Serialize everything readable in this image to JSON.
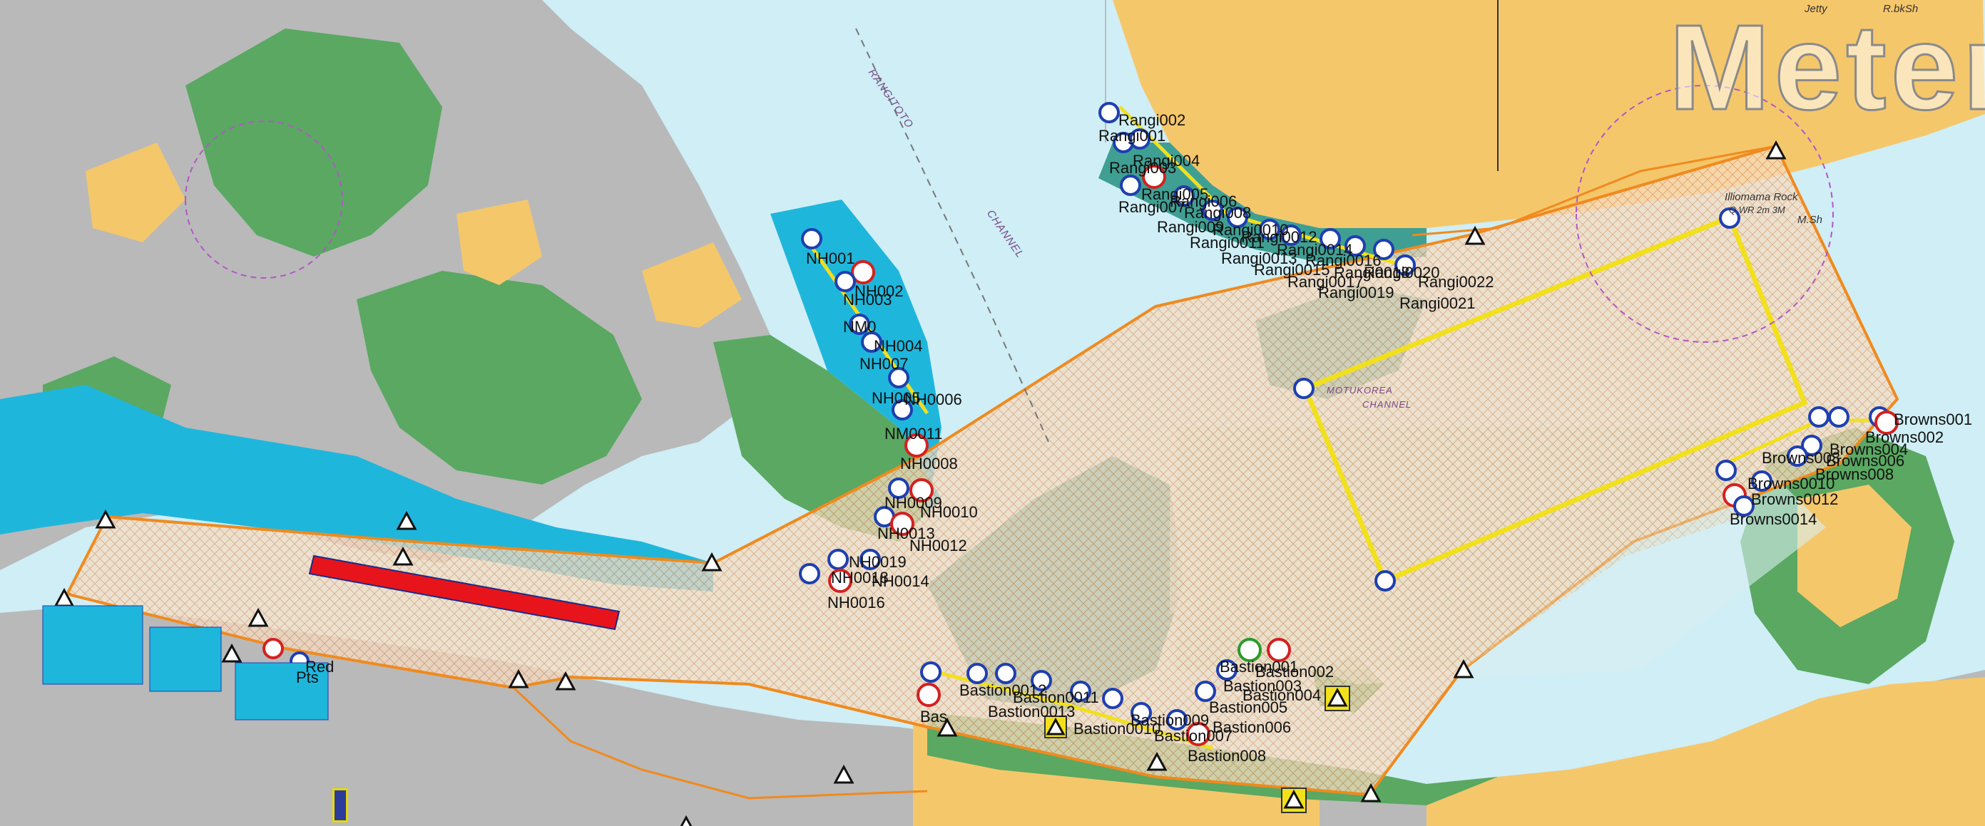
{
  "watermark": "Meter",
  "chart_labels": {
    "channel_rangitoto": "RANGITOTO",
    "channel_rangitoto2": "CHANNEL",
    "motukorea_channel": "CHANNEL",
    "motukorea": "MOTUKOREA",
    "illiomama_rock": "Illiomama Rock",
    "light_char": "Q WR 2m 3M",
    "jetty": "Jetty",
    "rbksh": "R.bkSh",
    "msh": "M.Sh"
  },
  "mooring_labels": [
    {
      "id": "rangi002",
      "text": "Rangi002"
    },
    {
      "id": "rangi001",
      "text": "Rangi001"
    },
    {
      "id": "rangi004",
      "text": "Rangi004"
    },
    {
      "id": "rangi003",
      "text": "Rangi003"
    },
    {
      "id": "rangi005",
      "text": "Rangi005"
    },
    {
      "id": "rangi006",
      "text": "Rangi006"
    },
    {
      "id": "rangi007",
      "text": "Rangi007"
    },
    {
      "id": "rangi008",
      "text": "Rangi008"
    },
    {
      "id": "rangi009",
      "text": "Rangi009"
    },
    {
      "id": "rangi010",
      "text": "Rangi0010"
    },
    {
      "id": "rangi011",
      "text": "Rangi0011"
    },
    {
      "id": "rangi012",
      "text": "Rangi0012"
    },
    {
      "id": "rangi013",
      "text": "Rangi0013"
    },
    {
      "id": "rangi014",
      "text": "Rangi0014"
    },
    {
      "id": "rangi015",
      "text": "Rangi0015"
    },
    {
      "id": "rangi016",
      "text": "Rangi0016"
    },
    {
      "id": "rangi017",
      "text": "Rangi0017"
    },
    {
      "id": "rangi018",
      "text": "Rangi0018"
    },
    {
      "id": "rangi019",
      "text": "Rangi0019"
    },
    {
      "id": "rangi020",
      "text": "Rangi0020"
    },
    {
      "id": "rangi022",
      "text": "Rangi0022"
    },
    {
      "id": "rangi021",
      "text": "Rangi0021"
    },
    {
      "id": "nh001",
      "text": "NH001"
    },
    {
      "id": "nh002",
      "text": "NH002"
    },
    {
      "id": "nh003",
      "text": "NH003"
    },
    {
      "id": "nh0x",
      "text": "NM0"
    },
    {
      "id": "nh004",
      "text": "NH004"
    },
    {
      "id": "nh007",
      "text": "NH007"
    },
    {
      "id": "nh005",
      "text": "NH005"
    },
    {
      "id": "nh006",
      "text": "NH0006"
    },
    {
      "id": "nh011",
      "text": "NM0011"
    },
    {
      "id": "nh008",
      "text": "NH0008"
    },
    {
      "id": "nh009",
      "text": "NH0009"
    },
    {
      "id": "nh010",
      "text": "NH0010"
    },
    {
      "id": "nh013",
      "text": "NH0013"
    },
    {
      "id": "nh012",
      "text": "NH0012"
    },
    {
      "id": "nh019",
      "text": "NH0019"
    },
    {
      "id": "nh018",
      "text": "NH0018"
    },
    {
      "id": "nh014",
      "text": "NH0014"
    },
    {
      "id": "nh016",
      "text": "NH0016"
    },
    {
      "id": "browns001",
      "text": "Browns001"
    },
    {
      "id": "browns002",
      "text": "Browns002"
    },
    {
      "id": "browns004",
      "text": "Browns004"
    },
    {
      "id": "browns006",
      "text": "Browns006"
    },
    {
      "id": "browns003",
      "text": "Browns003"
    },
    {
      "id": "browns008",
      "text": "Browns008"
    },
    {
      "id": "browns010",
      "text": "Browns0010"
    },
    {
      "id": "browns012",
      "text": "Browns0012"
    },
    {
      "id": "browns014",
      "text": "Browns0014"
    },
    {
      "id": "bastion001",
      "text": "Bastion001"
    },
    {
      "id": "bastion002",
      "text": "Bastion002"
    },
    {
      "id": "bastion003",
      "text": "Bastion003"
    },
    {
      "id": "bastion004",
      "text": "Bastion004"
    },
    {
      "id": "bastion005",
      "text": "Bastion005"
    },
    {
      "id": "bastion006",
      "text": "Bastion006"
    },
    {
      "id": "bastion007",
      "text": "Bastion007"
    },
    {
      "id": "bastion008",
      "text": "Bastion008"
    },
    {
      "id": "bastion009",
      "text": "Bastion009"
    },
    {
      "id": "bastion010",
      "text": "Bastion0010"
    },
    {
      "id": "bastion011",
      "text": "Bastion0011"
    },
    {
      "id": "bastion012",
      "text": "Bastion0012"
    },
    {
      "id": "bastion013",
      "text": "Bastion0013"
    },
    {
      "id": "bastion_a",
      "text": "Bas"
    },
    {
      "id": "wharf_red",
      "text": "Red"
    },
    {
      "id": "wharf_pts",
      "text": "Pts"
    }
  ],
  "colors": {
    "sea_deep": "#cfeef6",
    "sea_mid": "#a7dff2",
    "sea_shallow": "#1fb6dc",
    "intertidal": "#3f9f93",
    "land": "#f5c76b",
    "park": "#5aa862",
    "urban": "#b9b9b9",
    "zone_outline": "#f08a1e",
    "zone_fill": "#f6dcc2",
    "anchorage_line": "#f2e01c",
    "mooring_buoy": "#1e3fb0",
    "mooring_ring_red": "#d42020",
    "mooring_ring_green": "#2a9a2a",
    "marker_bar": "#e8141b"
  }
}
